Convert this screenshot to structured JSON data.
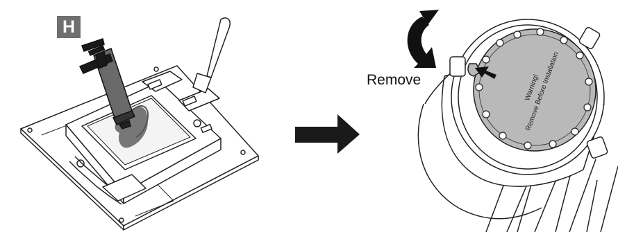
{
  "step": {
    "badge": "H"
  },
  "annotations": {
    "remove_label": "Remove",
    "warning_line1": "Warning!",
    "warning_line2": "Remove Before Installation"
  },
  "icons": {
    "syringe": "thermal-paste-syringe-icon",
    "spatula": "spatula-icon",
    "arrow": "right-arrow-icon",
    "rotate": "rotate-counterclockwise-icon"
  },
  "colors": {
    "line": "#222222",
    "paste": "#777777",
    "film": "#b9b9b9",
    "badge": "#6f6f6f"
  }
}
